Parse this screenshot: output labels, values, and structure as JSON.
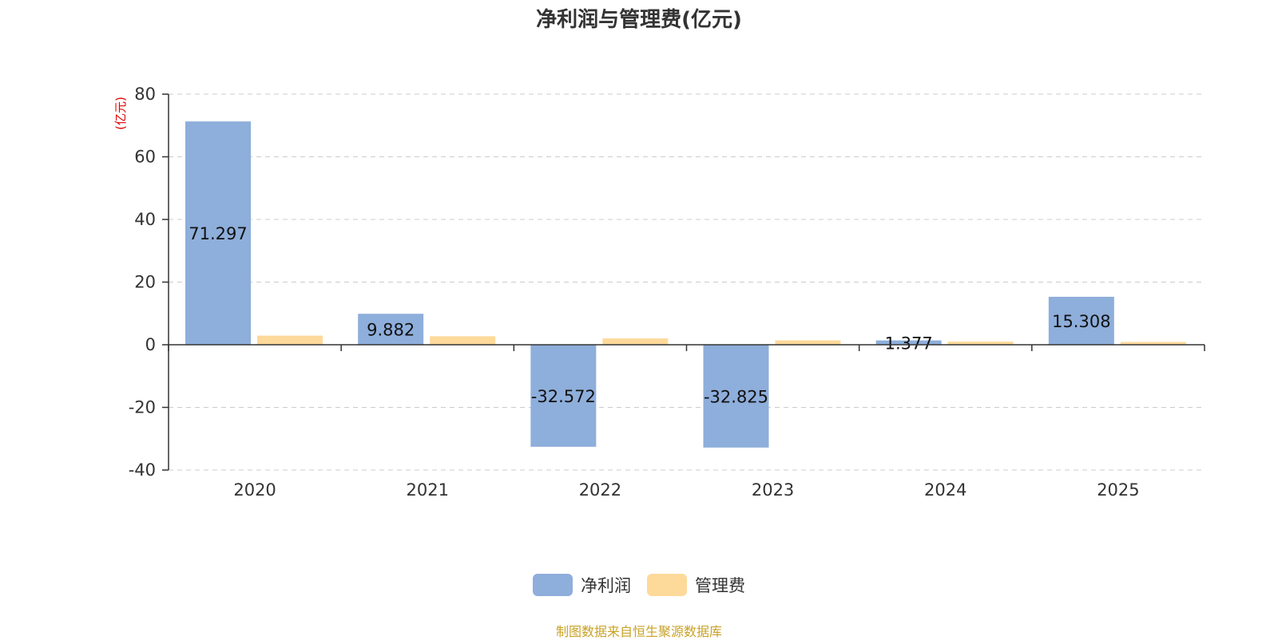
{
  "title": "净利润与管理费(亿元)",
  "source_note": "制图数据来自恒生聚源数据库",
  "colors": {
    "net_profit": "#8eaedb",
    "admin_fee": "#fdd99a",
    "ylabel": "#e00000",
    "source": "#c9a227"
  },
  "chart_data": {
    "type": "bar",
    "title": "净利润与管理费(亿元)",
    "ylabel": "(亿元)",
    "xlabel": "",
    "categories": [
      "2020",
      "2021",
      "2022",
      "2023",
      "2024",
      "2025"
    ],
    "ylim": [
      -40,
      80
    ],
    "yticks": [
      80,
      60,
      40,
      20,
      0,
      -20,
      -40
    ],
    "grid": true,
    "legend_position": "bottom",
    "series": [
      {
        "name": "净利润",
        "color": "#8eaedb",
        "values": [
          71.297,
          9.882,
          -32.572,
          -32.825,
          1.377,
          15.308
        ],
        "labels": [
          "71.297",
          "9.882",
          "-32.572",
          "-32.825",
          "1.377",
          "15.308"
        ]
      },
      {
        "name": "管理费",
        "color": "#fdd99a",
        "values": [
          2.9,
          2.7,
          2.0,
          1.4,
          1.0,
          0.9
        ]
      }
    ]
  }
}
